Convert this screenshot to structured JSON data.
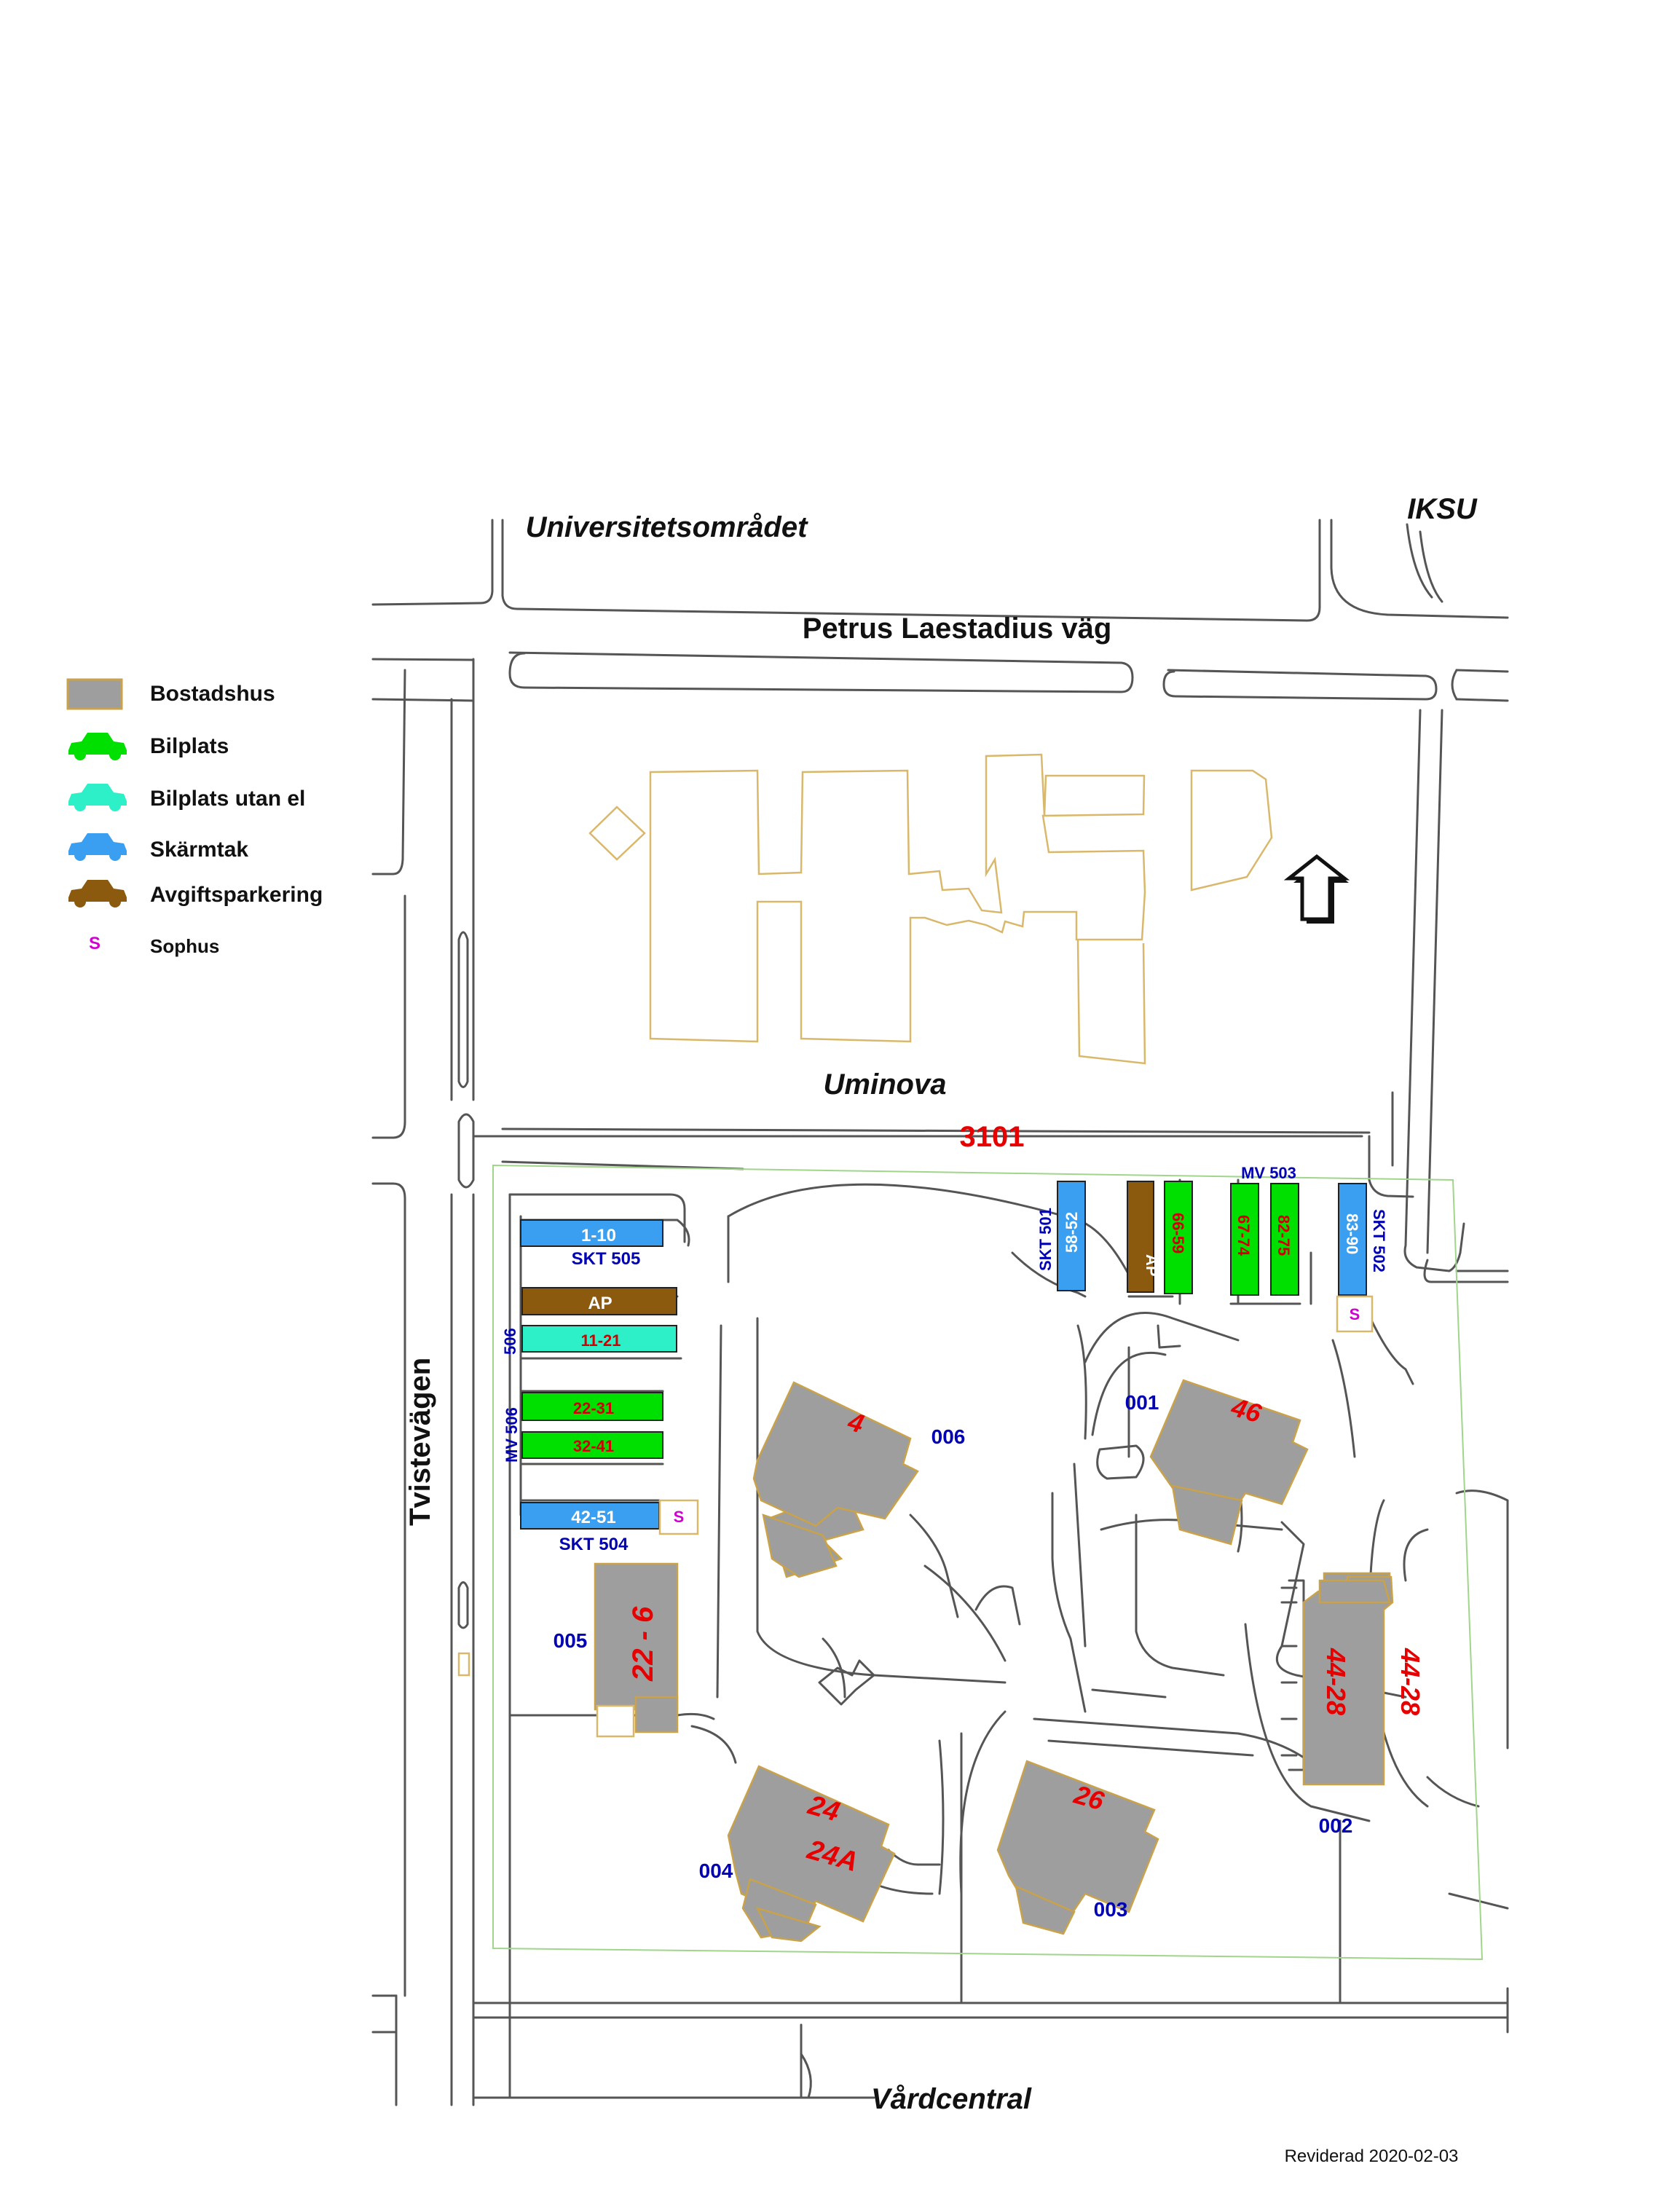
{
  "legend": {
    "items": [
      {
        "label": "Bostadshus",
        "color": "#9e9e9e",
        "icon": "building-icon"
      },
      {
        "label": "Bilplats",
        "color": "#00e000",
        "icon": "car-icon"
      },
      {
        "label": "Bilplats utan el",
        "color": "#2ef0c8",
        "icon": "car-icon"
      },
      {
        "label": "Skärmtak",
        "color": "#3a9ff0",
        "icon": "car-icon"
      },
      {
        "label": "Avgiftsparkering",
        "color": "#8b5a0e",
        "icon": "car-icon"
      },
      {
        "label": "Sophus",
        "symbol": "S",
        "color": "#d000d0"
      }
    ]
  },
  "places": {
    "universitetsomradet": "Universitetsområdet",
    "iksu": "IKSU",
    "petrus": "Petrus Laestadius väg",
    "uminova": "Uminova",
    "tvistevagen": "Tvistevägen",
    "vardcentral": "Vårdcentral"
  },
  "area_id": "3101",
  "parking": {
    "p1_10": "1-10",
    "skt505": "SKT 505",
    "ap_left": "AP",
    "p11_21": "11-21",
    "n506": "506",
    "p22_31": "22-31",
    "p32_41": "32-41",
    "mv506": "MV 506",
    "p42_51": "42-51",
    "skt504": "SKT 504",
    "skt501": "SKT 501",
    "p58_52": "58-52",
    "ap_top": "AP",
    "p66_59": "66-59",
    "mv503": "MV 503",
    "p67_74": "67-74",
    "p82_75": "82-75",
    "p83_90": "83-90",
    "skt502": "SKT 502",
    "sophus": "S"
  },
  "buildings": {
    "b4": "4",
    "b46": "46",
    "b22_6": "22 - 6",
    "b24": "24",
    "b24a": "24A",
    "b26": "26",
    "b44_28_in": "44-28",
    "b44_28_out": "44-28"
  },
  "codes": {
    "c001": "001",
    "c002": "002",
    "c003": "003",
    "c004": "004",
    "c005": "005",
    "c006": "006"
  },
  "revised": "Reviderad 2020-02-03",
  "colors": {
    "house": "#9e9e9e",
    "bilplats": "#00e000",
    "bilplats_utan_el": "#2ef0c8",
    "skarmtak": "#3a9ff0",
    "avgift": "#8b5a0e",
    "label_red": "#e60000",
    "label_blue": "#0000b4",
    "sophus": "#d000d0"
  }
}
